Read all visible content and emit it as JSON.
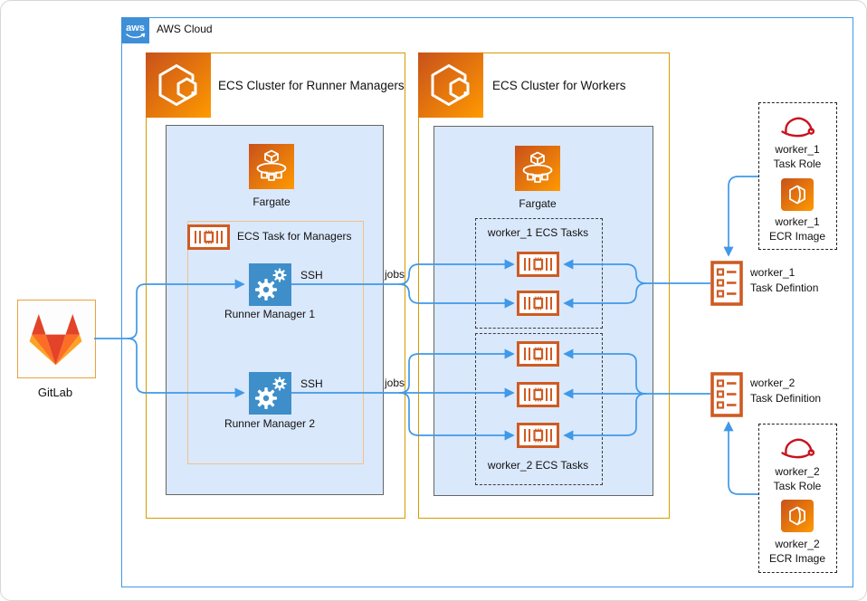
{
  "aws": {
    "label": "AWS Cloud",
    "logo_text": "aws"
  },
  "gitlab": {
    "label": "GitLab"
  },
  "managers_cluster": {
    "title": "ECS Cluster for Runner Managers",
    "fargate_label": "Fargate",
    "task_box_title": "ECS Task for Managers",
    "runner1_label": "Runner Manager 1",
    "runner2_label": "Runner Manager 2",
    "ssh1": "SSH",
    "ssh2": "SSH"
  },
  "workers_cluster": {
    "title": "ECS Cluster for Workers",
    "fargate_label": "Fargate",
    "group1_title": "worker_1 ECS Tasks",
    "group2_title": "worker_2 ECS Tasks"
  },
  "edges": {
    "jobs1": "jobs",
    "jobs2": "jobs"
  },
  "right_panel": {
    "w1_role": {
      "line1": "worker_1",
      "line2": "Task Role"
    },
    "w1_image": {
      "line1": "worker_1",
      "line2": "ECR Image"
    },
    "w1_taskdef": {
      "line1": "worker_1",
      "line2": "Task Defintion"
    },
    "w2_taskdef": {
      "line1": "worker_2",
      "line2": "Task Definition"
    },
    "w2_role": {
      "line1": "worker_2",
      "line2": "Task Role"
    },
    "w2_image": {
      "line1": "worker_2",
      "line2": "ECR Image"
    }
  },
  "colors": {
    "connector_blue": "#3F99E8",
    "aws_border_blue": "#3F99E8",
    "aws_logo_blue": "#3E8FD8",
    "cluster_orange_border": "#D79B00",
    "task_box_border": "#F0C189",
    "inner_blue_fill": "#dae8fc",
    "inner_blue_border": "#666666",
    "aws_icon_gradient_start": "#C8511B",
    "aws_icon_gradient_end": "#FF9900",
    "ecs_task_orange": "#CF5B22",
    "runner_manager_blue": "#3E8FC9",
    "iam_role_red": "#C7131E",
    "gitlab_red": "#e24329",
    "gitlab_orange": "#fc6d26",
    "gitlab_yellow": "#fca326"
  }
}
